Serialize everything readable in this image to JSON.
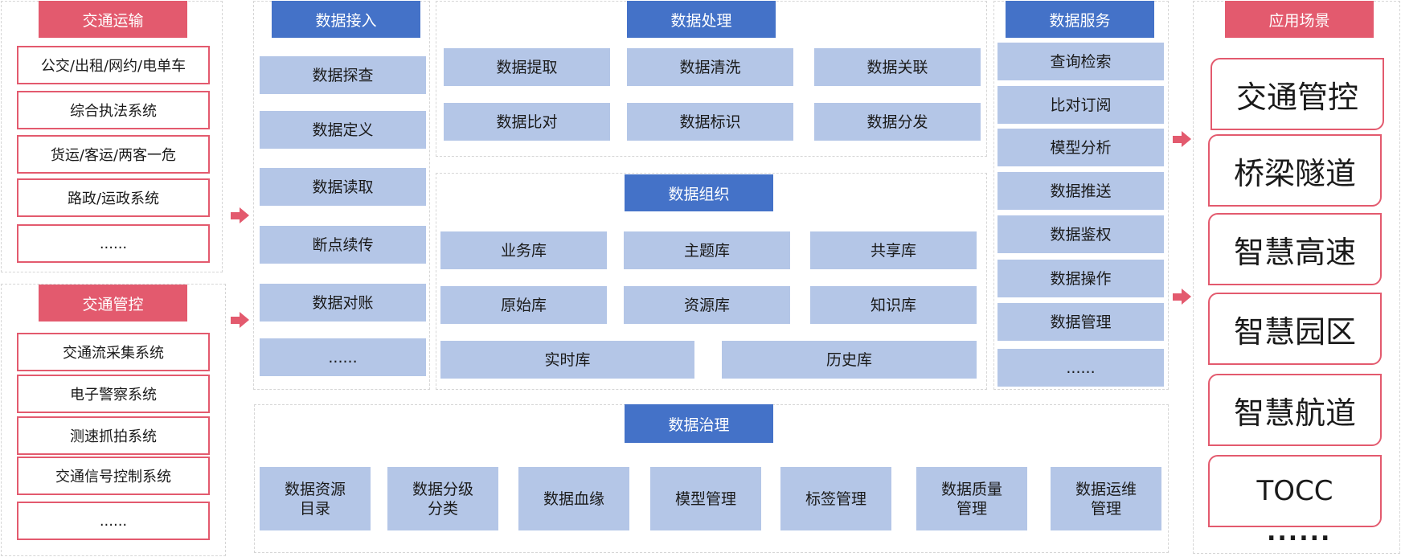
{
  "left_groups": [
    {
      "title": "交通运输",
      "items": [
        "公交/出租/网约/电单车",
        "综合执法系统",
        "货运/客运/两客一危",
        "路政/运政系统",
        "......"
      ]
    },
    {
      "title": "交通管控",
      "items": [
        "交通流采集系统",
        "电子警察系统",
        "测速抓拍系统",
        "交通信号控制系统",
        "......"
      ]
    }
  ],
  "access": {
    "title": "数据接入",
    "items": [
      "数据探查",
      "数据定义",
      "数据读取",
      "断点续传",
      "数据对账",
      "......"
    ]
  },
  "processing": {
    "title": "数据处理",
    "items": [
      "数据提取",
      "数据清洗",
      "数据关联",
      "数据比对",
      "数据标识",
      "数据分发"
    ]
  },
  "organization": {
    "title": "数据组织",
    "items": [
      "业务库",
      "主题库",
      "共享库",
      "原始库",
      "资源库",
      "知识库",
      "实时库",
      "历史库"
    ]
  },
  "governance": {
    "title": "数据治理",
    "items": [
      "数据资源\n目录",
      "数据分级\n分类",
      "数据血缘",
      "模型管理",
      "标签管理",
      "数据质量\n管理",
      "数据运维\n管理"
    ]
  },
  "service": {
    "title": "数据服务",
    "items": [
      "查询检索",
      "比对订阅",
      "模型分析",
      "数据推送",
      "数据鉴权",
      "数据操作",
      "数据管理",
      "......"
    ]
  },
  "application": {
    "title": "应用场景",
    "items": [
      "交通管控",
      "桥梁隧道",
      "智慧高速",
      "智慧园区",
      "智慧航道",
      "TOCC"
    ],
    "more": "......"
  },
  "colors": {
    "red": "#e35a6e",
    "blue_header": "#4472c8",
    "light_blue": "#b4c6e7",
    "dashed_border": "#d6d6d6"
  }
}
